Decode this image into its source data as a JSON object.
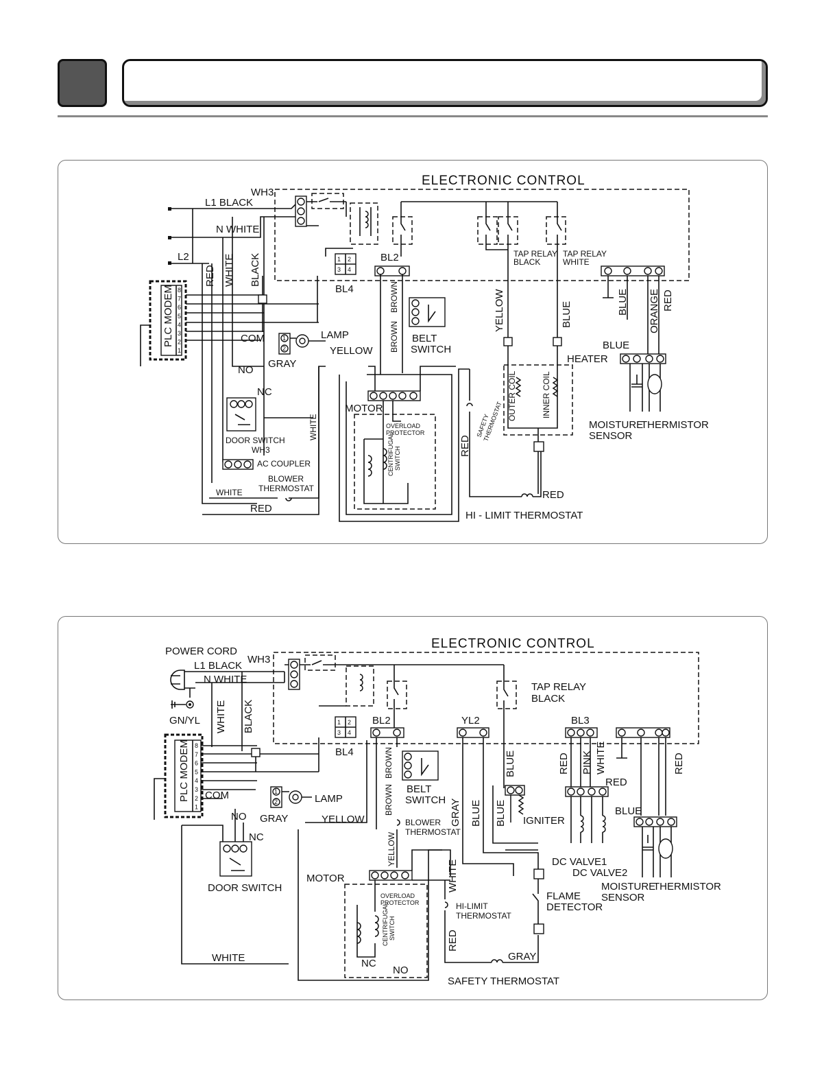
{
  "header": {
    "title": ""
  },
  "diagram1": {
    "title": "ELECTRONIC CONTROL",
    "labels": {
      "wh3_top": "WH3",
      "l1_black": "L1 BLACK",
      "n_white": "N WHITE",
      "l2": "L2",
      "red": "RED",
      "white": "WHITE",
      "black": "BLACK",
      "bl4": "BL4",
      "bl2": "BL2",
      "brown1": "BROWN",
      "brown2": "BROWN",
      "belt_switch_1": "BELT",
      "belt_switch_2": "SWITCH",
      "com": "COM",
      "lamp": "LAMP",
      "gray": "GRAY",
      "yellow": "YELLOW",
      "no": "NO",
      "nc": "NC",
      "door_switch": "DOOR SWITCH",
      "wh3_bottom": "WH3",
      "ac_coupler": "AC COUPLER",
      "blower_thermostat_1": "BLOWER",
      "blower_thermostat_2": "THERMOSTAT",
      "white_bottom": "WHITE",
      "red_bottom": "RED",
      "white_vert": "WHITE",
      "motor": "MOTOR",
      "overload_1": "OVERLOAD",
      "overload_2": "PROTECTOR",
      "centrifugal_1": "CENTRIFUGAL",
      "centrifugal_2": "SWITCH",
      "safety_thermostat_1": "SAFETY",
      "safety_thermostat_2": "THERMOSTAT",
      "red_vert": "RED",
      "hi_limit": "HI - LIMIT THERMOSTAT",
      "red_right": "RED",
      "tap_relay_black_1": "TAP RELAY",
      "tap_relay_black_2": "BLACK",
      "tap_relay_white_1": "TAP RELAY",
      "tap_relay_white_2": "WHITE",
      "yellow_vert": "YELLOW",
      "blue_vert": "BLUE",
      "heater": "HEATER",
      "outer_coil": "OUTER COIL",
      "inner_coil": "INNER COIL",
      "blue_a": "BLUE",
      "orange": "ORANGE",
      "red_b": "RED",
      "blue_b": "BLUE",
      "moisture_1": "MOISTURE",
      "moisture_2": "SENSOR",
      "thermistor": "THERMISTOR",
      "plc_modem": "PLC MODEM"
    },
    "plc_pins": [
      "8",
      "7",
      "6",
      "5",
      "4",
      "3",
      "2",
      "1"
    ],
    "pins": {
      "p1": "1",
      "p2": "2",
      "p3": "3",
      "p4": "4",
      "p6": "6"
    }
  },
  "diagram2": {
    "title": "ELECTRONIC CONTROL",
    "labels": {
      "power_cord": "POWER CORD",
      "l1_black": "L1 BLACK",
      "wh3": "WH3",
      "n_white": "N WHITE",
      "gn_yl": "GN/YL",
      "white": "WHITE",
      "black": "BLACK",
      "bl4": "BL4",
      "bl2": "BL2",
      "yl2": "YL2",
      "bl3": "BL3",
      "tap_relay_1": "TAP RELAY",
      "tap_relay_2": "BLACK",
      "brown1": "BROWN",
      "brown2": "BROWN",
      "belt_1": "BELT",
      "belt_2": "SWITCH",
      "com": "COM",
      "lamp": "LAMP",
      "no": "NO",
      "gray": "GRAY",
      "yellow": "YELLOW",
      "nc": "NC",
      "door_switch": "DOOR SWITCH",
      "motor": "MOTOR",
      "yellow_vert": "YELLOW",
      "blower_1": "BLOWER",
      "blower_2": "THERMOSTAT",
      "overload_1": "OVERLOAD",
      "overload_2": "PROTECTOR",
      "centrifugal_1": "CENTRIFUGAL",
      "centrifugal_2": "SWITCH",
      "nc2": "NC",
      "no2": "NO",
      "white_bottom": "WHITE",
      "white_vert": "WHITE",
      "hi_limit_1": "HI-LIMIT",
      "hi_limit_2": "THERMOSTAT",
      "red_vert": "RED",
      "gray_bottom": "GRAY",
      "safety": "SAFETY THERMOSTAT",
      "gray_vert": "GRAY",
      "blue_vert": "BLUE",
      "blue_vert2": "BLUE",
      "blue_igniter": "BLUE",
      "igniter": "IGNITER",
      "flame_1": "FLAME",
      "flame_2": "DETECTOR",
      "red3": "RED",
      "pink": "PINK",
      "white3": "WHITE",
      "red4": "RED",
      "dc_valve1": "DC VALVE1",
      "dc_valve2": "DC VALVE2",
      "red5": "RED",
      "blue5": "BLUE",
      "moisture_1": "MOISTURE",
      "moisture_2": "SENSOR",
      "thermistor": "THERMISTOR",
      "plc_modem": "PLC MODEM"
    },
    "plc_pins": [
      "8",
      "7",
      "6",
      "5",
      "4",
      "3",
      "2",
      "1"
    ],
    "pins": {
      "p1": "1",
      "p2": "2",
      "p3": "3",
      "p4": "4",
      "p6": "6"
    }
  }
}
